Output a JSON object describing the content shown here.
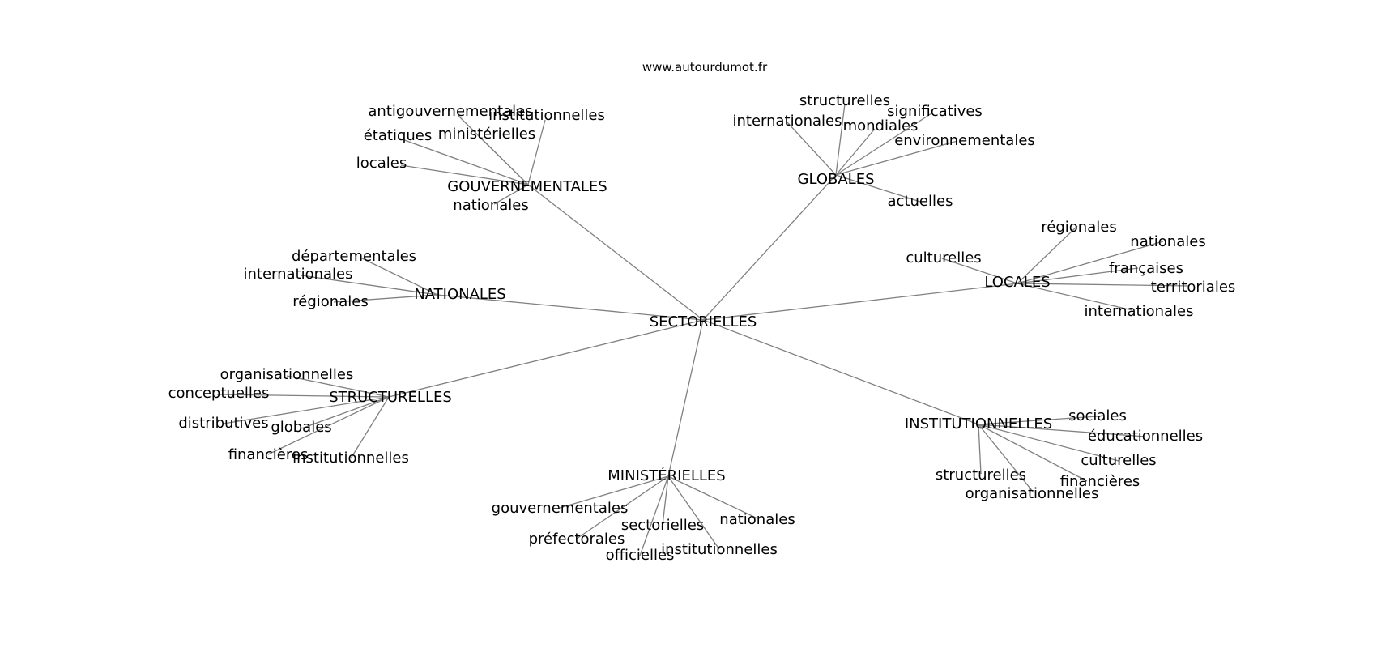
{
  "source": "www.autourdumot.fr",
  "root": "SECTORIELLES",
  "colors": {
    "edge": "#808080",
    "text": "#000000",
    "background": "#ffffff"
  },
  "hubs": [
    {
      "id": "gouvernementales",
      "label": "GOUVERNEMENTALES",
      "leaves": [
        "antigouvernementales",
        "institutionnelles",
        "étatiques",
        "ministérielles",
        "locales",
        "nationales"
      ]
    },
    {
      "id": "globales",
      "label": "GLOBALES",
      "leaves": [
        "structurelles",
        "internationales",
        "significatives",
        "mondiales",
        "environnementales",
        "actuelles"
      ]
    },
    {
      "id": "nationales",
      "label": "NATIONALES",
      "leaves": [
        "départementales",
        "internationales",
        "régionales"
      ]
    },
    {
      "id": "locales",
      "label": "LOCALES",
      "leaves": [
        "régionales",
        "nationales",
        "culturelles",
        "françaises",
        "territoriales",
        "internationales"
      ]
    },
    {
      "id": "structurelles",
      "label": "STRUCTURELLES",
      "leaves": [
        "organisationnelles",
        "conceptuelles",
        "distributives",
        "globales",
        "financières",
        "institutionnelles"
      ]
    },
    {
      "id": "institutionnelles",
      "label": "INSTITUTIONNELLES",
      "leaves": [
        "sociales",
        "éducationnelles",
        "culturelles",
        "structurelles",
        "financières",
        "organisationnelles"
      ]
    },
    {
      "id": "ministerielles",
      "label": "MINISTÉRIELLES",
      "leaves": [
        "gouvernementales",
        "nationales",
        "sectorielles",
        "préfectorales",
        "institutionnelles",
        "officielles"
      ]
    }
  ]
}
